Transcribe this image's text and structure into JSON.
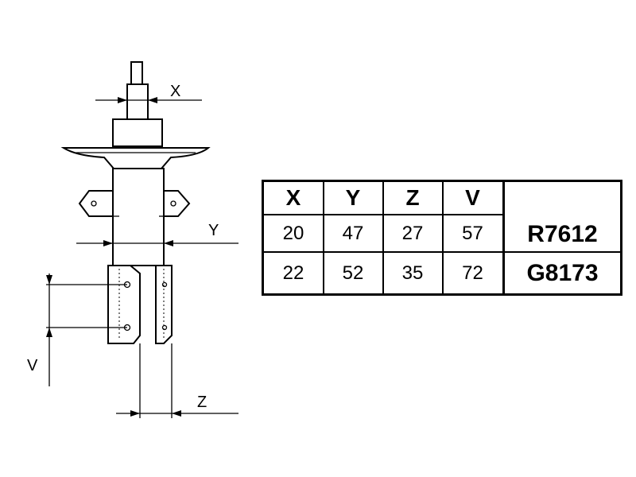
{
  "dimension_labels": {
    "x": "X",
    "y": "Y",
    "z": "Z",
    "v": "V"
  },
  "table": {
    "headers": [
      "X",
      "Y",
      "Z",
      "V"
    ],
    "rows": [
      {
        "values": [
          "20",
          "47",
          "27",
          "57"
        ],
        "part": "R7612"
      },
      {
        "values": [
          "22",
          "52",
          "35",
          "72"
        ],
        "part": "G8173"
      }
    ]
  }
}
